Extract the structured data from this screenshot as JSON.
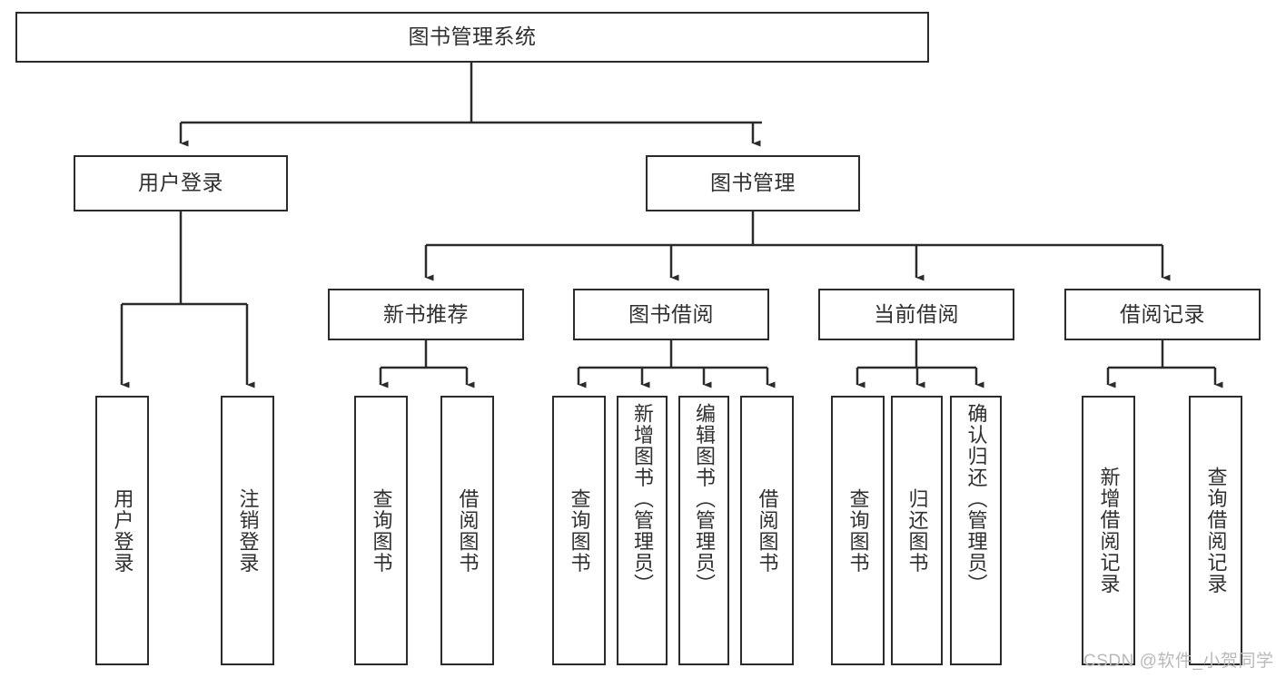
{
  "diagram": {
    "type": "tree",
    "title": "图书管理系统",
    "orientation": "top-down",
    "root": {
      "id": "root",
      "label": "图书管理系统"
    },
    "level2": [
      {
        "id": "user-login",
        "label": "用户登录"
      },
      {
        "id": "book-management",
        "label": "图书管理"
      }
    ],
    "level3": [
      {
        "id": "new-book-recommend",
        "label": "新书推荐"
      },
      {
        "id": "book-borrow",
        "label": "图书借阅"
      },
      {
        "id": "current-borrow",
        "label": "当前借阅"
      },
      {
        "id": "borrow-record",
        "label": "借阅记录"
      }
    ],
    "leaves": {
      "user_login": [
        {
          "id": "leaf-user-login",
          "label": "用户登录"
        },
        {
          "id": "leaf-logout-login",
          "label": "注销登录"
        }
      ],
      "new_book_recommend": [
        {
          "id": "leaf-query-book-1",
          "label": "查询图书"
        },
        {
          "id": "leaf-borrow-book-1",
          "label": "借阅图书"
        }
      ],
      "book_borrow": [
        {
          "id": "leaf-query-book-2",
          "label": "查询图书"
        },
        {
          "id": "leaf-add-book",
          "label": "新增图书（管理员）"
        },
        {
          "id": "leaf-edit-book",
          "label": "编辑图书（管理员）"
        },
        {
          "id": "leaf-borrow-book-2",
          "label": "借阅图书"
        }
      ],
      "current_borrow": [
        {
          "id": "leaf-query-book-3",
          "label": "查询图书"
        },
        {
          "id": "leaf-return-book",
          "label": "归还图书"
        },
        {
          "id": "leaf-confirm-return",
          "label": "确认归还（管理员）"
        }
      ],
      "borrow_record": [
        {
          "id": "leaf-add-record",
          "label": "新增借阅记录"
        },
        {
          "id": "leaf-query-record",
          "label": "查询借阅记录"
        }
      ]
    },
    "colors": {
      "stroke": "#2b2b2b",
      "box_fill": "#ffffff",
      "text": "#2f2f2f",
      "background": "#ffffff",
      "watermark": "#b9b9b9"
    }
  },
  "watermark": {
    "text": "CSDN @软件_小贺同学"
  }
}
